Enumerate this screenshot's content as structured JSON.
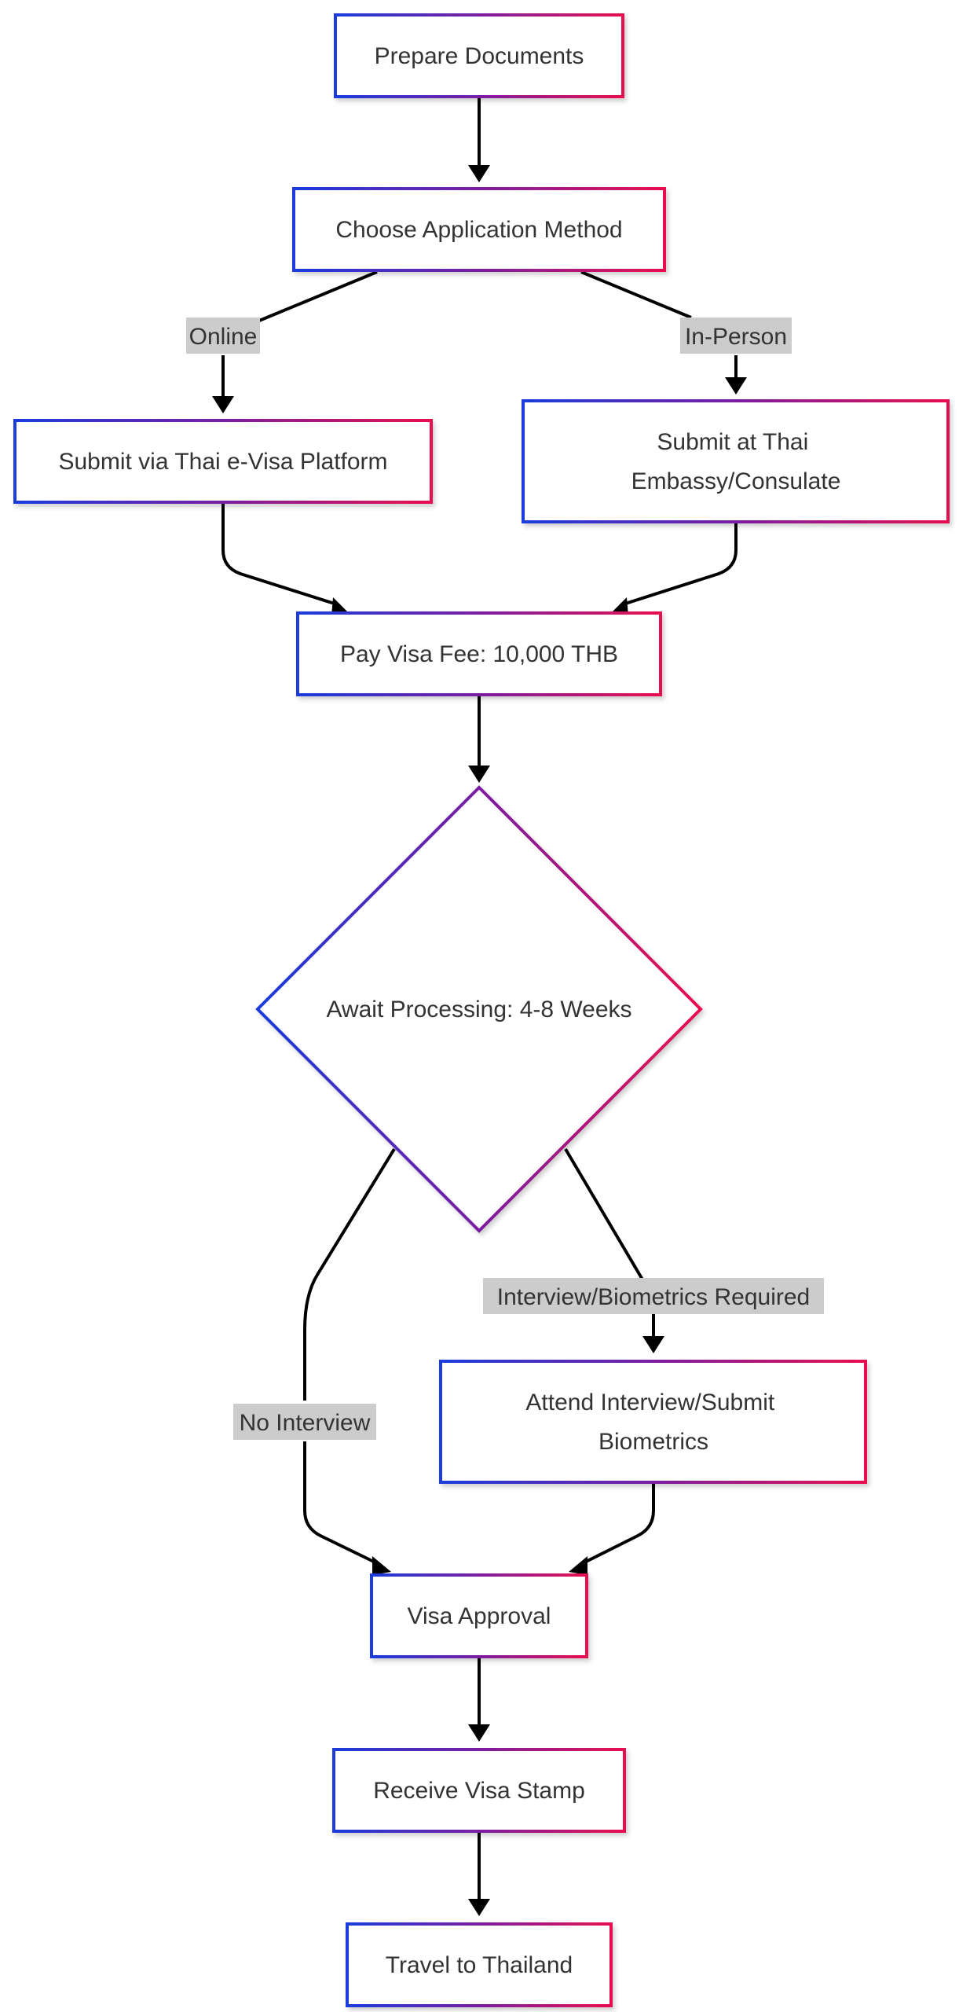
{
  "colors": {
    "gradient_start": "#1a3cdc",
    "gradient_mid": "#7a1fa2",
    "gradient_end": "#e8104f",
    "edge": "#000000",
    "label_bg": "#cccccc",
    "text": "#333333"
  },
  "nodes": {
    "prepare_documents": {
      "lines": [
        "Prepare Documents"
      ]
    },
    "choose_method": {
      "lines": [
        "Choose Application Method"
      ]
    },
    "submit_online": {
      "lines": [
        "Submit via Thai e-Visa Platform"
      ]
    },
    "submit_embassy": {
      "lines": [
        "Submit at Thai",
        "Embassy/Consulate"
      ]
    },
    "pay_fee": {
      "lines": [
        "Pay Visa Fee: 10,000 THB"
      ]
    },
    "await_processing": {
      "lines": [
        "Await Processing: 4-8 Weeks"
      ]
    },
    "attend_interview": {
      "lines": [
        "Attend Interview/Submit",
        "Biometrics"
      ]
    },
    "visa_approval": {
      "lines": [
        "Visa Approval"
      ]
    },
    "receive_stamp": {
      "lines": [
        "Receive Visa Stamp"
      ]
    },
    "travel": {
      "lines": [
        "Travel to Thailand"
      ]
    }
  },
  "edge_labels": {
    "online": "Online",
    "in_person": "In-Person",
    "interview_required": "Interview/Biometrics Required",
    "no_interview": "No Interview"
  }
}
